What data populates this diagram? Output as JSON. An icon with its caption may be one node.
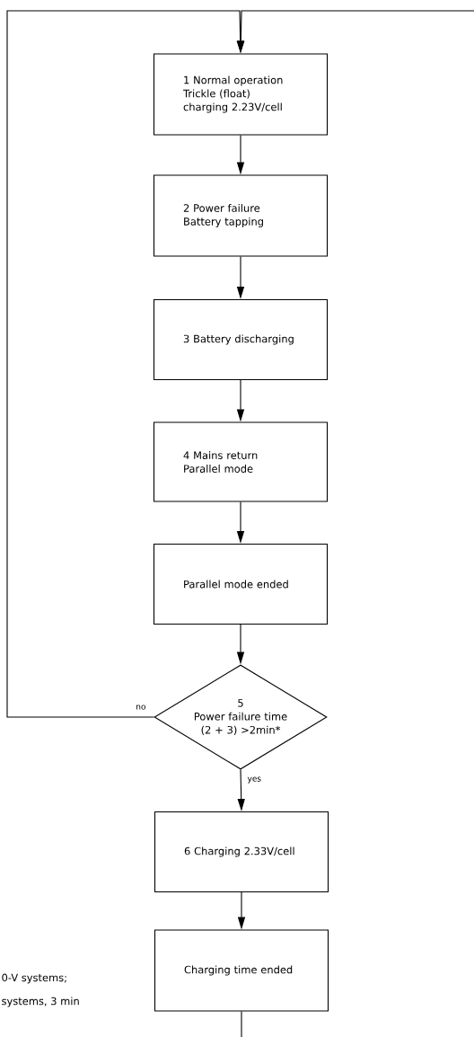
{
  "diagram": {
    "nodes": [
      {
        "text": [
          "1 Normal operation Trickle (float) charging 2.23V/cell"
        ]
      },
      {
        "text": [
          "2 Power failure Battery tapping"
        ]
      },
      {
        "text": [
          "3 Battery discharging"
        ]
      },
      {
        "text": [
          "4 Mains return Parallel mode"
        ]
      },
      {
        "text": [
          "Parallel mode ended"
        ]
      },
      {
        "text": [
          "5",
          "Power failure time (2 + 3) >2min*"
        ]
      },
      {
        "text": [
          "6 Charging 2.33V/cell"
        ]
      },
      {
        "text": [
          "Charging time ended"
        ]
      }
    ],
    "edges": [
      {
        "from": 0,
        "to": 1,
        "arrow": "to"
      },
      {
        "from": 1,
        "to": 2,
        "arrow": "to"
      },
      {
        "from": 2,
        "to": 3,
        "arrow": "to"
      },
      {
        "from": 3,
        "to": 4,
        "arrow": "to"
      },
      {
        "from": 4,
        "to": 5,
        "arrow": "to"
      },
      {
        "from": 5,
        "to": 6,
        "arrow": "to",
        "label": "yes"
      },
      {
        "from": 6,
        "to": 7,
        "arrow": "to"
      },
      {
        "from": 5,
        "to": 0,
        "arrow": "to",
        "label": "no"
      },
      {
        "from": null,
        "to": 0,
        "arrow": "to"
      },
      {
        "from": 7,
        "to": null,
        "arrow": "none"
      }
    ],
    "labels": [
      "0-V systems;",
      "systems, 3 min"
    ]
  }
}
